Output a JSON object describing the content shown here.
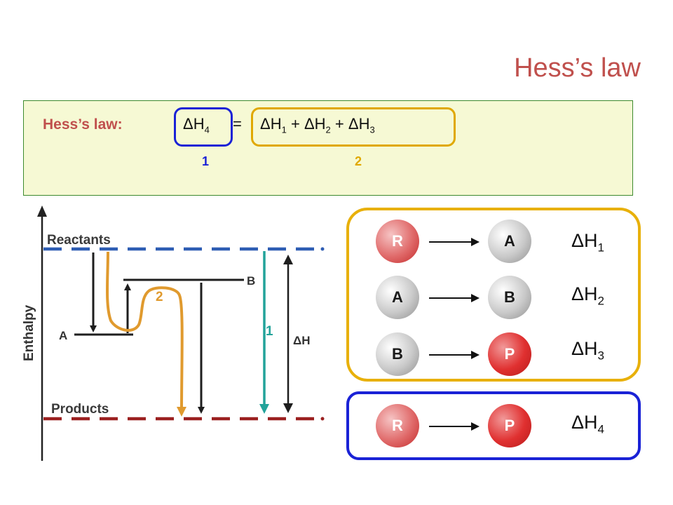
{
  "title": "Hess’s law",
  "law": {
    "label": "Hess’s law:",
    "lhs": {
      "symbol": "ΔH",
      "sub": "4"
    },
    "equals": "=",
    "rhs": [
      {
        "symbol": "ΔH",
        "sub": "1"
      },
      {
        "op": "+"
      },
      {
        "symbol": "ΔH",
        "sub": "2"
      },
      {
        "op": "+"
      },
      {
        "symbol": "ΔH",
        "sub": "3"
      }
    ],
    "marker_left": "1",
    "marker_right": "2",
    "colors": {
      "direct": "#1a22d6",
      "stepwise": "#e0a800",
      "label": "#c0504d"
    }
  },
  "diagram": {
    "axis_label": "Enthalpy",
    "reactants_label": "Reactants",
    "products_label": "Products",
    "level_a_label": "A",
    "level_b_label": "B",
    "path_direct_label": "1",
    "path_stepwise_label": "2",
    "delta_h_label": "ΔH",
    "colors": {
      "reactants": "#2e5db3",
      "products": "#9b2020",
      "stepwise": "#e09a2e",
      "direct": "#22a39a"
    }
  },
  "steps": [
    {
      "from": "R",
      "to": "A",
      "symbol": "ΔH",
      "sub": "1"
    },
    {
      "from": "A",
      "to": "B",
      "symbol": "ΔH",
      "sub": "2"
    },
    {
      "from": "B",
      "to": "P",
      "symbol": "ΔH",
      "sub": "3"
    }
  ],
  "overall": {
    "from": "R",
    "to": "P",
    "symbol": "ΔH",
    "sub": "4"
  }
}
